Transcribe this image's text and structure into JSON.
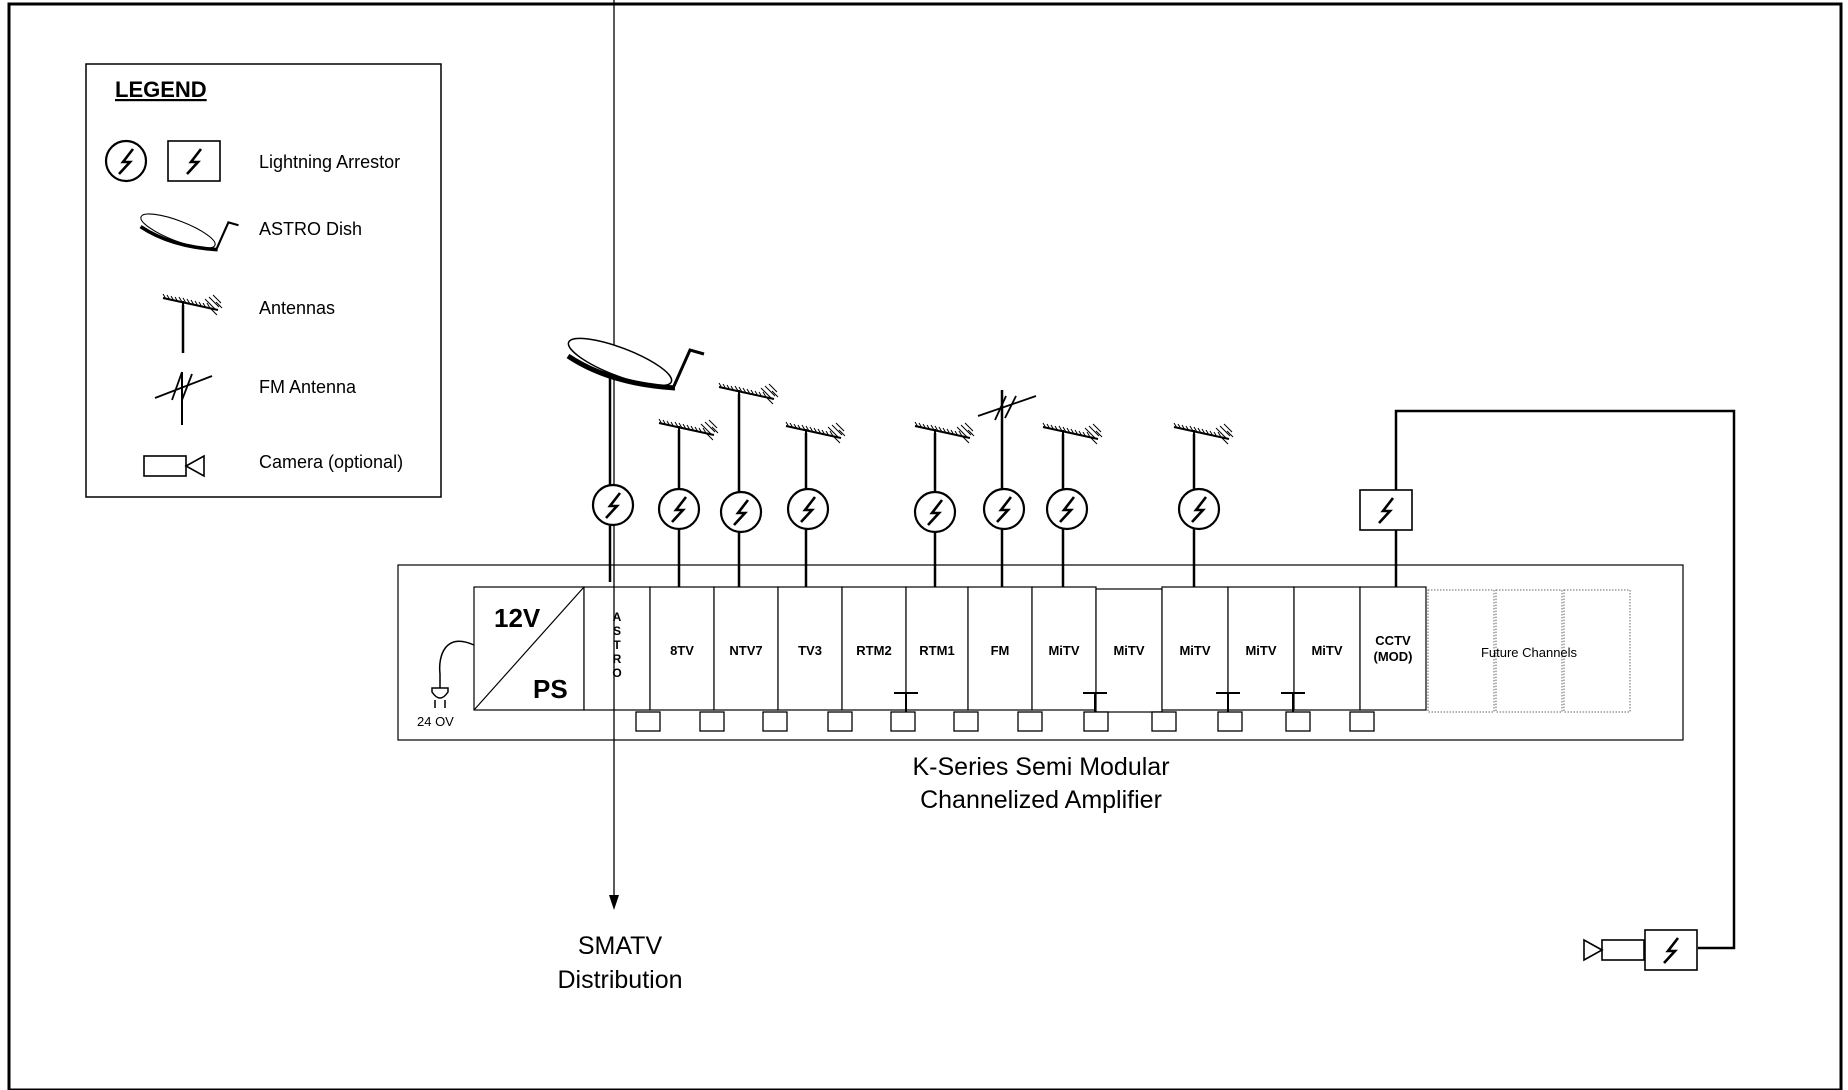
{
  "legend": {
    "title": "LEGEND",
    "items": [
      {
        "icon": "lightning-arrestor-icon",
        "label": "Lightning Arrestor"
      },
      {
        "icon": "astro-dish-icon",
        "label": "ASTRO Dish"
      },
      {
        "icon": "antenna-icon",
        "label": "Antennas"
      },
      {
        "icon": "fm-antenna-icon",
        "label": "FM Antenna"
      },
      {
        "icon": "camera-icon",
        "label": "Camera (optional)"
      }
    ]
  },
  "power_supply": {
    "voltage": "12V",
    "label": "PS",
    "input": "24 OV"
  },
  "astro_letters": [
    "A",
    "S",
    "T",
    "R",
    "O"
  ],
  "modules": [
    "8TV",
    "NTV7",
    "TV3",
    "RTM2",
    "RTM1",
    "FM",
    "MiTV",
    "MiTV",
    "MiTV",
    "MiTV",
    "MiTV"
  ],
  "cctv": {
    "line1": "CCTV",
    "line2": "(MOD)"
  },
  "future": "Future Channels",
  "amplifier_caption": [
    "K-Series Semi Modular",
    "Channelized Amplifier"
  ],
  "distribution_caption": [
    "SMATV",
    "Distribution"
  ]
}
